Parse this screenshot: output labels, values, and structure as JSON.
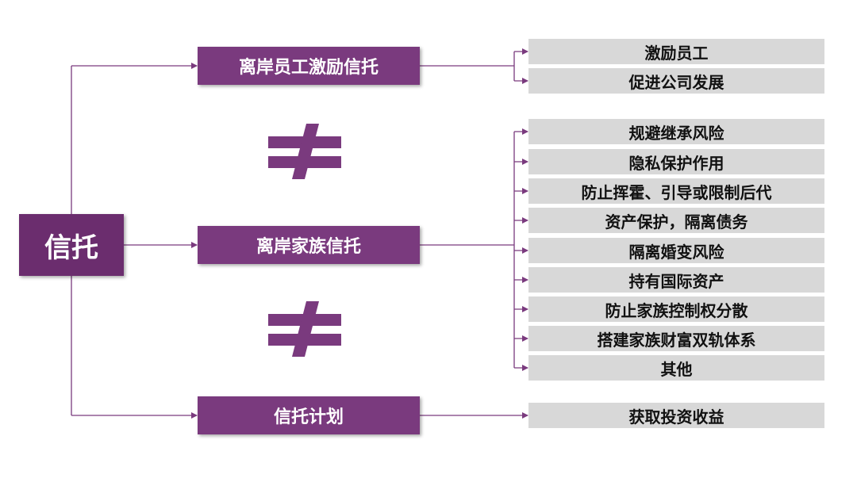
{
  "colors": {
    "accent": "#6b2d6e",
    "leaf_bg": "#d8d8d8",
    "line": "#7a3a7e"
  },
  "root": {
    "label": "信托"
  },
  "categories": [
    {
      "label": "离岸员工激励信托",
      "children": [
        "激励员工",
        "促进公司发展"
      ]
    },
    {
      "label": "离岸家族信托",
      "children": [
        "规避继承风险",
        "隐私保护作用",
        "防止挥霍、引导或限制后代",
        "资产保护，隔离债务",
        "隔离婚变风险",
        "持有国际资产",
        "防止家族控制权分散",
        "搭建家族财富双轨体系",
        "其他"
      ]
    },
    {
      "label": "信托计划",
      "children": [
        "获取投资收益"
      ]
    }
  ],
  "separators": [
    "not-equal-icon",
    "not-equal-icon"
  ]
}
